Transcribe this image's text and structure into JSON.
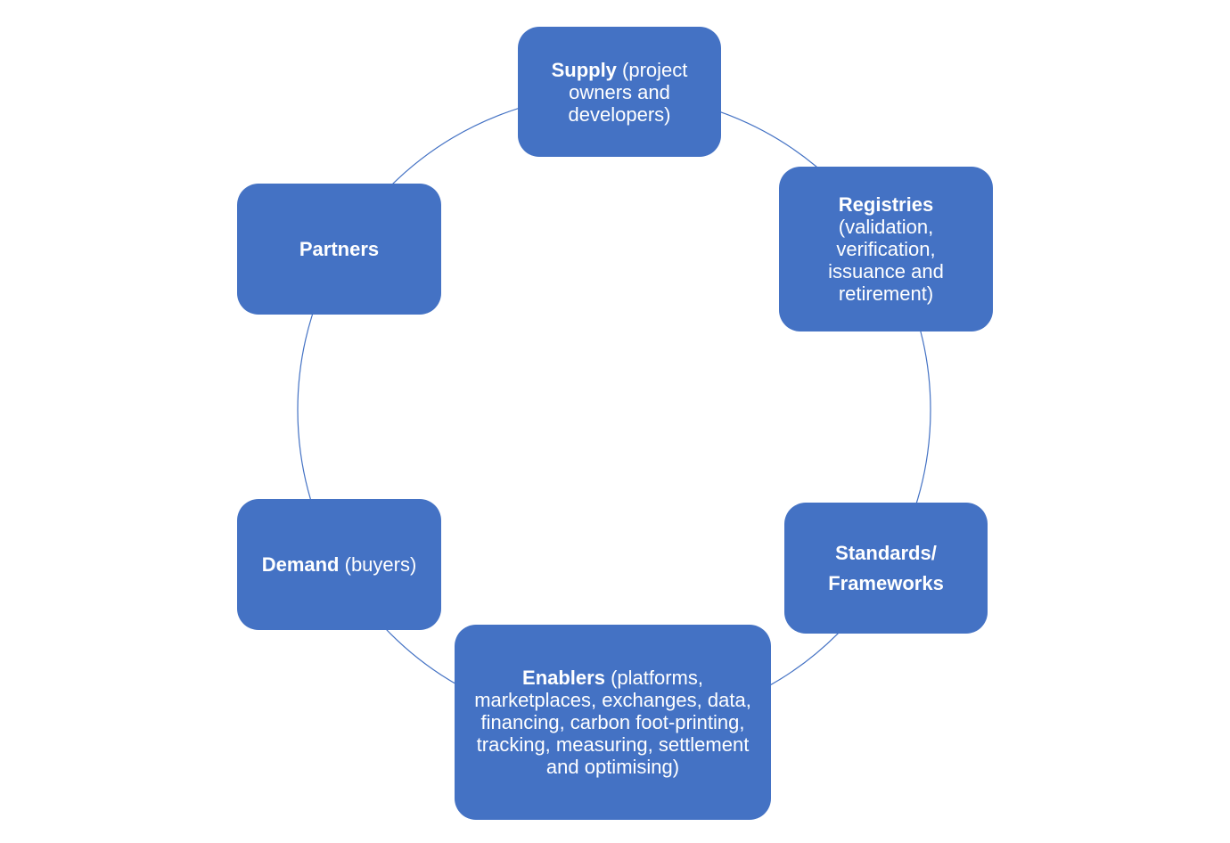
{
  "diagram": {
    "type": "cycle",
    "colors": {
      "node_fill": "#4472c4",
      "node_text": "#ffffff",
      "ring": "#4472c4",
      "background": "#ffffff"
    },
    "nodes": [
      {
        "id": "supply",
        "bold": "Supply",
        "rest": " (project owners and developers)"
      },
      {
        "id": "registries",
        "bold": "Registries",
        "rest": " (validation, verification, issuance and retirement)"
      },
      {
        "id": "standards",
        "bold": "Standards/ Frameworks",
        "rest": ""
      },
      {
        "id": "enablers",
        "bold": "Enablers",
        "rest": " (platforms, marketplaces, exchanges, data, financing, carbon foot-printing, tracking, measuring, settlement and optimising)"
      },
      {
        "id": "demand",
        "bold": "Demand",
        "rest": " (buyers)"
      },
      {
        "id": "partners",
        "bold": "Partners",
        "rest": ""
      }
    ]
  }
}
